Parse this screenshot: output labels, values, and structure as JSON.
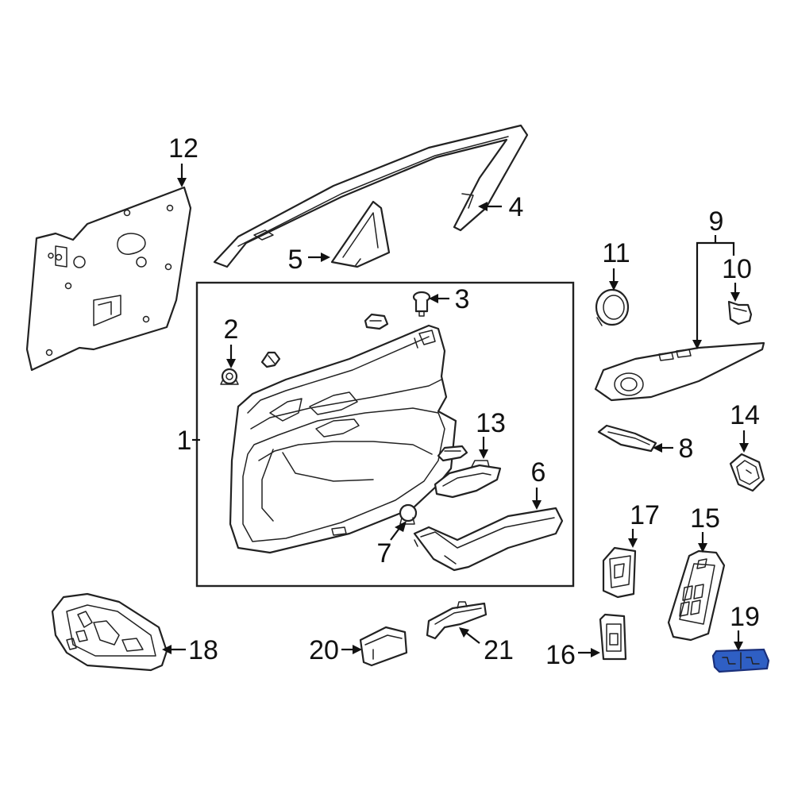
{
  "diagram": {
    "callouts": {
      "c1": "1",
      "c2": "2",
      "c3": "3",
      "c4": "4",
      "c5": "5",
      "c6": "6",
      "c7": "7",
      "c8": "8",
      "c9": "9",
      "c10": "10",
      "c11": "11",
      "c12": "12",
      "c13": "13",
      "c14": "14",
      "c15": "15",
      "c16": "16",
      "c17": "17",
      "c18": "18",
      "c19": "19",
      "c20": "20",
      "c21": "21"
    },
    "colors": {
      "highlight_fill": "#2f5fc4",
      "highlight_stroke": "#1a2f7a",
      "line": "#222222",
      "background": "#ffffff"
    }
  }
}
